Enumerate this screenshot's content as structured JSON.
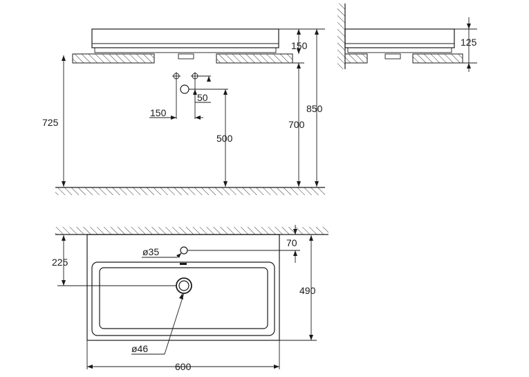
{
  "side_view": {
    "dim_150_top": "150",
    "dim_850": "850",
    "dim_700": "700",
    "dim_725": "725",
    "dim_500": "500",
    "dim_150_valves": "150",
    "dim_50": "50"
  },
  "right_view": {
    "dim_125": "125"
  },
  "top_view": {
    "dim_35_label": "ø35",
    "dim_70": "70",
    "dim_225": "225",
    "dim_490": "490",
    "dim_46_label": "ø46",
    "dim_600": "600"
  }
}
